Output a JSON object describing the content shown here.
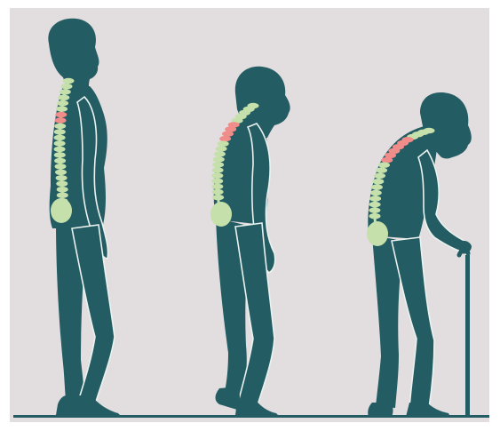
{
  "image": {
    "subject": "posture-progression-illustration",
    "figures": [
      {
        "stage": "upright"
      },
      {
        "stage": "mild-stoop"
      },
      {
        "stage": "severe-stoop-with-cane"
      }
    ]
  },
  "colors": {
    "background": "#e2dedf",
    "silhouette": "#245c63",
    "outline": "#e9f2ef",
    "spine": "#c5e0ab",
    "affected_vertebrae": "#f08c8a",
    "ground": "#245c63"
  },
  "icons": {
    "cane": "cane-icon"
  }
}
